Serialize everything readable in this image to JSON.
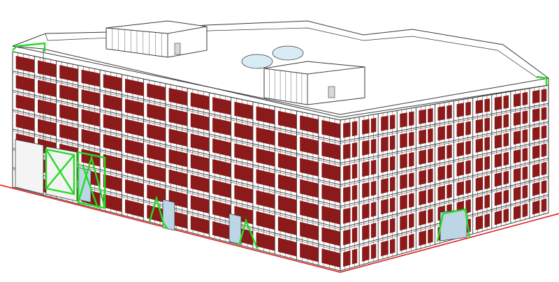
{
  "drawing": {
    "kind": "architectural-elevation-line-drawing",
    "colors": {
      "line": "#3a3a3a",
      "wall": "#ffffff",
      "roof": "#ffffff",
      "window": "#8b1a1a",
      "glass": "#bcd6e6",
      "skylight": "#d7ecf5",
      "bracing": "#22dd22",
      "ground": "#e02020"
    },
    "components": [
      "roof",
      "rooftop-unit-left",
      "rooftop-unit-right",
      "skylight-domes",
      "left-facade",
      "right-facade",
      "window-strips",
      "glass-entrances",
      "green-bracing",
      "ground-line"
    ]
  }
}
